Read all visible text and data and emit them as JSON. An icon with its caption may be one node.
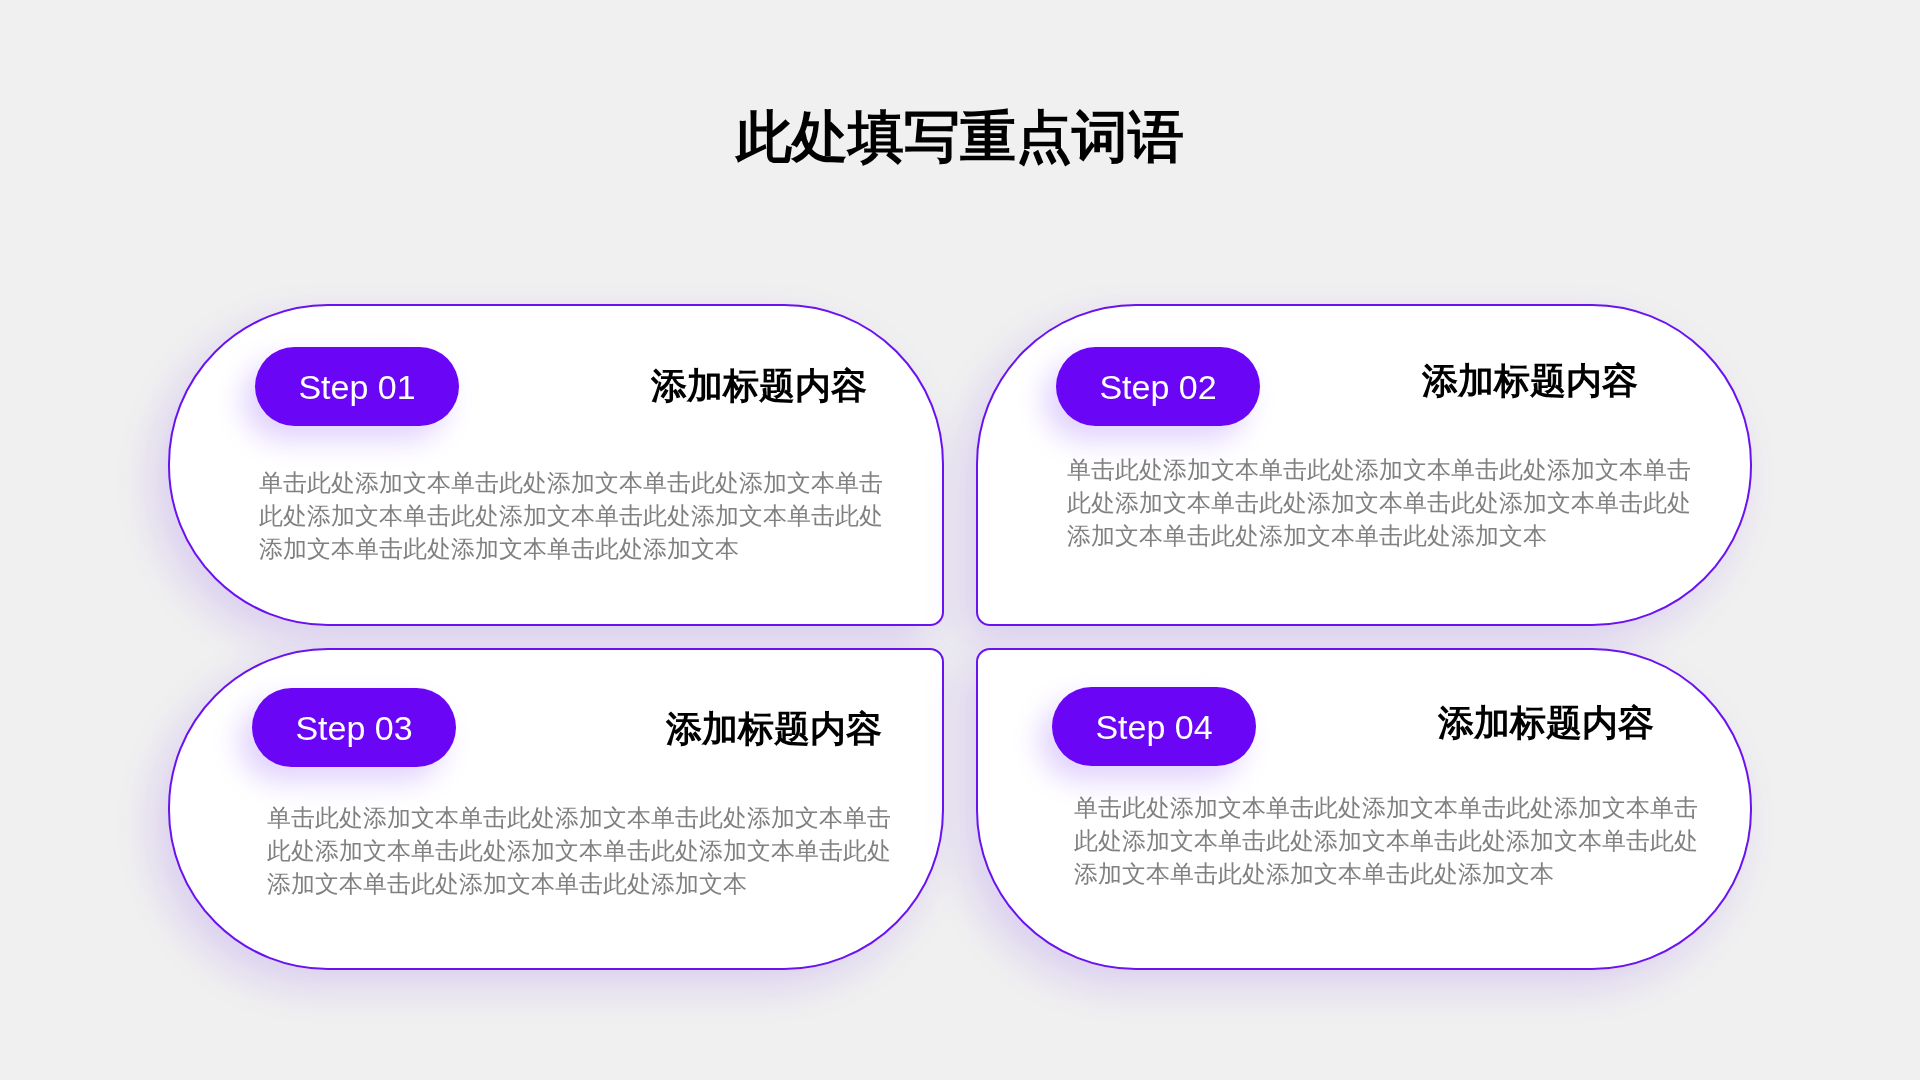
{
  "diagram": {
    "title": "此处填写重点词语",
    "nodes": [
      {
        "text": [
          "添加标题内容",
          "单击此处添加文本单击此处添加文本单击此处添加文本单击此处添加文本单击此处添加文本单击此处添加文本单击此处添加文本单击此处添加文本单击此处添加文本"
        ]
      },
      {
        "text": [
          "Step 01"
        ],
        "in": 0
      },
      {
        "text": [
          "添加标题内容",
          "单击此处添加文本单击此处添加文本单击此处添加文本单击此处添加文本单击此处添加文本单击此处添加文本单击此处添加文本单击此处添加文本单击此处添加文本"
        ]
      },
      {
        "text": [
          "Step 02"
        ],
        "in": 2
      },
      {
        "text": [
          "添加标题内容",
          "单击此处添加文本单击此处添加文本单击此处添加文本单击此处添加文本单击此处添加文本单击此处添加文本单击此处添加文本单击此处添加文本单击此处添加文本"
        ]
      },
      {
        "text": [
          "Step 03"
        ],
        "in": 4
      },
      {
        "text": [
          "添加标题内容",
          "单击此处添加文本单击此处添加文本单击此处添加文本单击此处添加文本单击此处添加文本单击此处添加文本单击此处添加文本单击此处添加文本单击此处添加文本"
        ]
      },
      {
        "text": [
          "Step 04"
        ],
        "in": 6
      }
    ]
  }
}
